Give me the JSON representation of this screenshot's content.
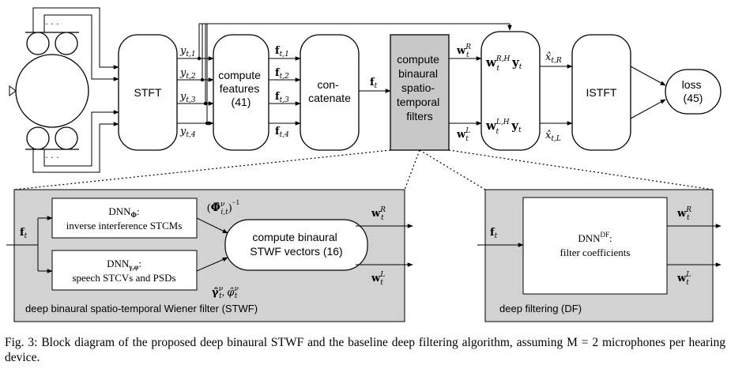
{
  "blocks": {
    "stft": "STFT",
    "compute_features": [
      "compute",
      "features",
      "(41)"
    ],
    "concatenate": [
      "con-",
      "catenate"
    ],
    "compute_filters": [
      "compute",
      "binaural",
      "spatio-",
      "temporal",
      "filters"
    ],
    "istft": "ISTFT",
    "loss": [
      "loss",
      "(45)"
    ]
  },
  "signals": {
    "y": [
      "y",
      "t,1",
      "t,2",
      "t,3",
      "t,4"
    ],
    "f": [
      "f",
      "t,1",
      "t,2",
      "t,3",
      "t,4"
    ],
    "ft": "f",
    "ft_sub": "t",
    "wR": "w",
    "wR_sup": "R",
    "wL_sup": "L",
    "xR_sub": "t,R",
    "xL_sub": "t,L",
    "ellipsis": "· · ·"
  },
  "stwf_panel": {
    "dnn_phi_title": "DNN",
    "dnn_phi_sub": "Φ",
    "dnn_phi_desc": "inverse interference STCMs",
    "dnn_gamma_title": "DNN",
    "dnn_gamma_sub": "γ,φ",
    "dnn_gamma_desc": "speech STCVs and PSDs",
    "compute_vectors": [
      "compute binaural",
      "STWF vectors (16)"
    ],
    "phi_label": "Φ̂",
    "phi_sup": "ν",
    "phi_sub": "i,t",
    "phi_exp": "−1",
    "gamma_label": "γ̂",
    "gamma_sup": "ν",
    "gamma_sub": "t",
    "phi_hat": "φ̂",
    "caption": "deep binaural spatio-temporal Wiener filter (STWF)"
  },
  "df_panel": {
    "dnn_title": "DNN",
    "dnn_sup": "DF",
    "dnn_desc": "filter coefficients",
    "caption": "deep filtering (DF)"
  },
  "colors": {
    "panel_fill": "#d2d2d2",
    "box_fill": "#ffffff",
    "highlight_fill": "#c8c8c8",
    "line": "#000000"
  },
  "figure_caption": "Fig. 3: Block diagram of the proposed deep binaural STWF and the baseline deep filtering algorithm, assuming M = 2 microphones per hearing device."
}
